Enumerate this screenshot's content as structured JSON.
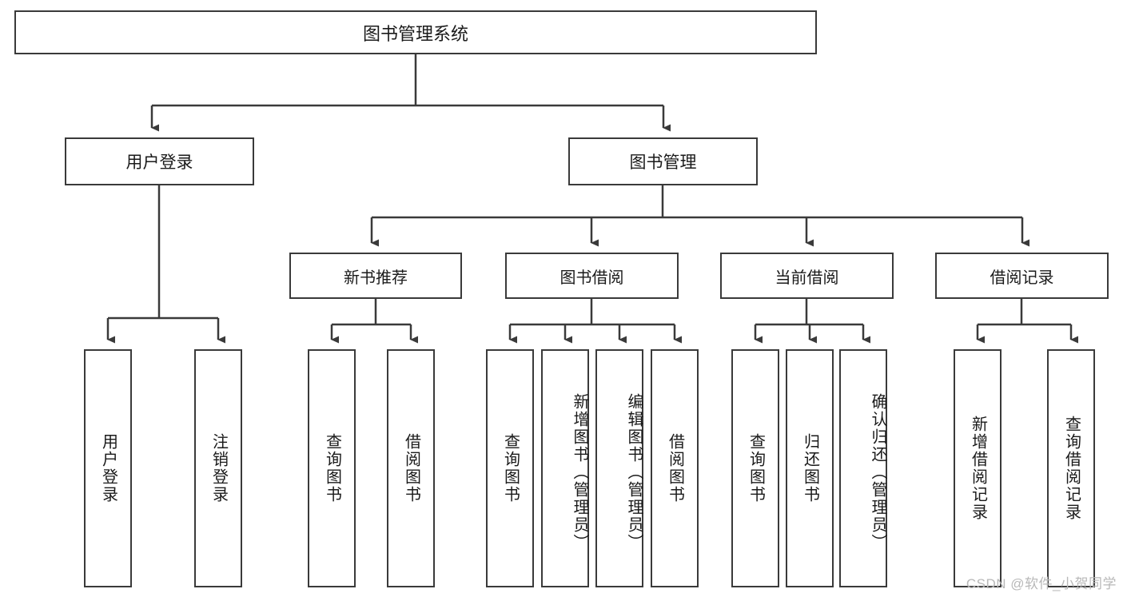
{
  "diagram": {
    "title": "图书管理系统",
    "type": "tree-hierarchy-chart",
    "root": {
      "label": "图书管理系统"
    },
    "level1": [
      {
        "label": "用户登录"
      },
      {
        "label": "图书管理"
      }
    ],
    "level2": [
      {
        "label": "新书推荐"
      },
      {
        "label": "图书借阅"
      },
      {
        "label": "当前借阅"
      },
      {
        "label": "借阅记录"
      }
    ],
    "leaves": {
      "user_login": [
        {
          "label": "用户登录"
        },
        {
          "label": "注销登录"
        }
      ],
      "new_book_recommend": [
        {
          "label": "查询图书"
        },
        {
          "label": "借阅图书"
        }
      ],
      "book_borrow": [
        {
          "label": "查询图书"
        },
        {
          "label": "新增图书（管理员）"
        },
        {
          "label": "编辑图书（管理员）"
        },
        {
          "label": "借阅图书"
        }
      ],
      "current_borrow": [
        {
          "label": "查询图书"
        },
        {
          "label": "归还图书"
        },
        {
          "label": "确认归还（管理员）"
        }
      ],
      "borrow_record": [
        {
          "label": "新增借阅记录"
        },
        {
          "label": "查询借阅记录"
        }
      ]
    }
  },
  "watermark": {
    "text": "CSDN @软件_小贺同学"
  },
  "colors": {
    "stroke": "#3a3a3a",
    "background": "#ffffff",
    "text": "#1a1a1a",
    "watermark": "#b8b8b8"
  }
}
